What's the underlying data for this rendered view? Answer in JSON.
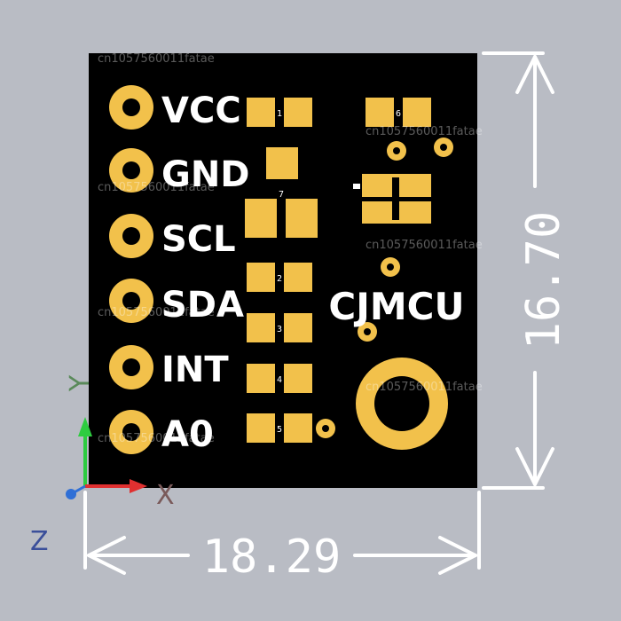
{
  "board": {
    "brand_label": "CJMCU",
    "pins": [
      "VCC",
      "GND",
      "SCL",
      "SDA",
      "INT",
      "A0"
    ],
    "resistor_labels": [
      "1",
      "2",
      "3",
      "4",
      "5",
      "6",
      "7"
    ]
  },
  "dimensions": {
    "width": "18.29",
    "height": "16.70"
  },
  "axes": {
    "x_label": "X",
    "y_label": "Y",
    "z_label": "Z"
  },
  "watermark": "cn1057560011fatae",
  "colors": {
    "background": "#b9bcc4",
    "board": "#000000",
    "copper": "#f2c14b",
    "silkscreen": "#ffffff",
    "dimension_line": "#ffffff",
    "axis_x": "#e03030",
    "axis_y": "#2ecc40",
    "axis_z": "#2f6fd6"
  }
}
